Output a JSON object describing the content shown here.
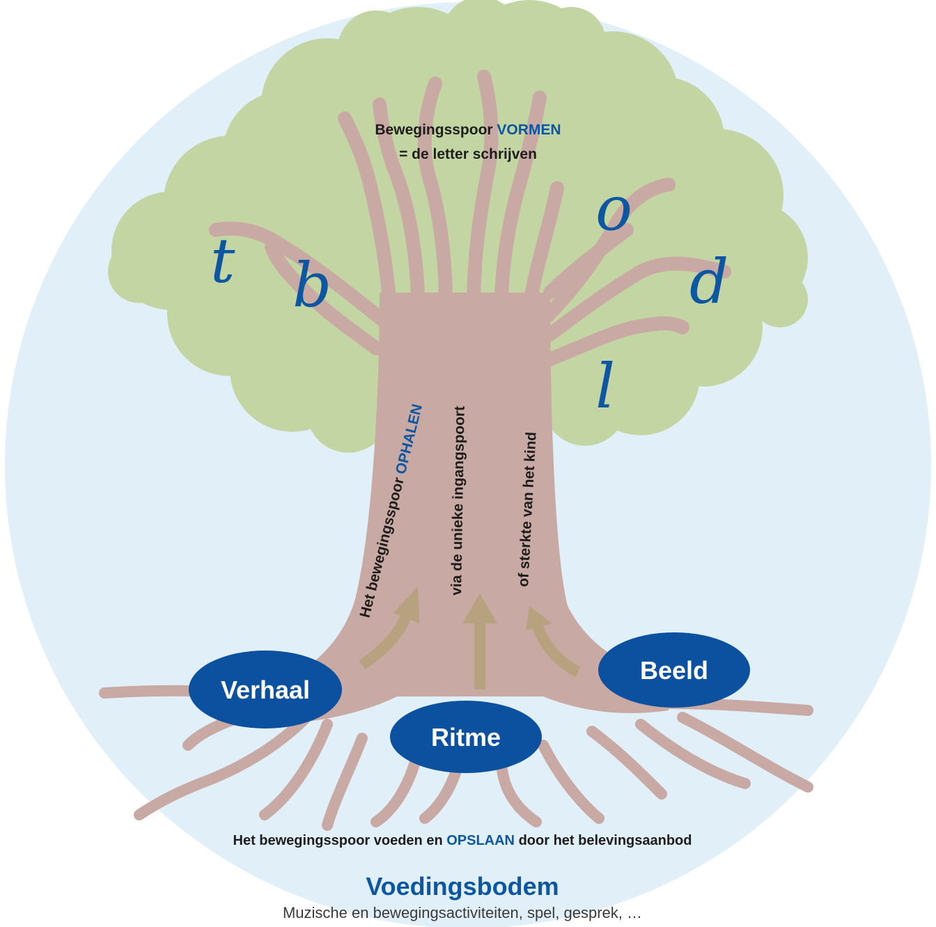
{
  "canopy": {
    "line1_prefix": "Bewegingsspoor ",
    "line1_highlight": "VORMEN",
    "line2": "= de letter schrijven"
  },
  "letters": [
    "t",
    "b",
    "o",
    "d",
    "l"
  ],
  "trunk": {
    "text1_prefix": "Het bewegingsspoor ",
    "text1_highlight": "OPHALEN",
    "text2": "via de unieke ingangspoort",
    "text3": "of sterkte van het kind"
  },
  "inputs": [
    "Verhaal",
    "Ritme",
    "Beeld"
  ],
  "bottom": {
    "line_prefix": "Het bewegingsspoor voeden en ",
    "line_highlight": "OPSLAAN",
    "line_suffix": " door het belevingsaanbod",
    "title": "Voedingsbodem",
    "subtitle": "Muzische en bewegingsactiviteiten, spel, gesprek, …"
  },
  "colors": {
    "background_circle": "#e1eff9",
    "foliage": "#c3d5a3",
    "trunk": "#c9a9a3",
    "accent_blue": "#0d57a2",
    "oval_blue": "#0b51a0",
    "arrow": "#b7a27f",
    "text_dark": "#1d1d1b",
    "subtitle_gray": "#3a3a3a"
  }
}
